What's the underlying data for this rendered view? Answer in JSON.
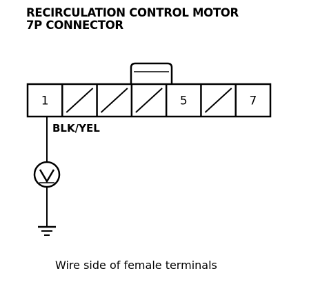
{
  "title": {
    "line1": "RECIRCULATION CONTROL MOTOR",
    "line2": "7P CONNECTOR"
  },
  "connector": {
    "pins": [
      {
        "label": "1",
        "used": true
      },
      {
        "label": "",
        "used": false
      },
      {
        "label": "",
        "used": false
      },
      {
        "label": "",
        "used": false
      },
      {
        "label": "5",
        "used": true
      },
      {
        "label": "",
        "used": false
      },
      {
        "label": "7",
        "used": true
      }
    ]
  },
  "wire": {
    "color_label": "BLK/YEL"
  },
  "meter": {
    "icon": "voltmeter-icon"
  },
  "ground": {
    "icon": "ground-icon"
  },
  "caption": "Wire side of female terminals"
}
